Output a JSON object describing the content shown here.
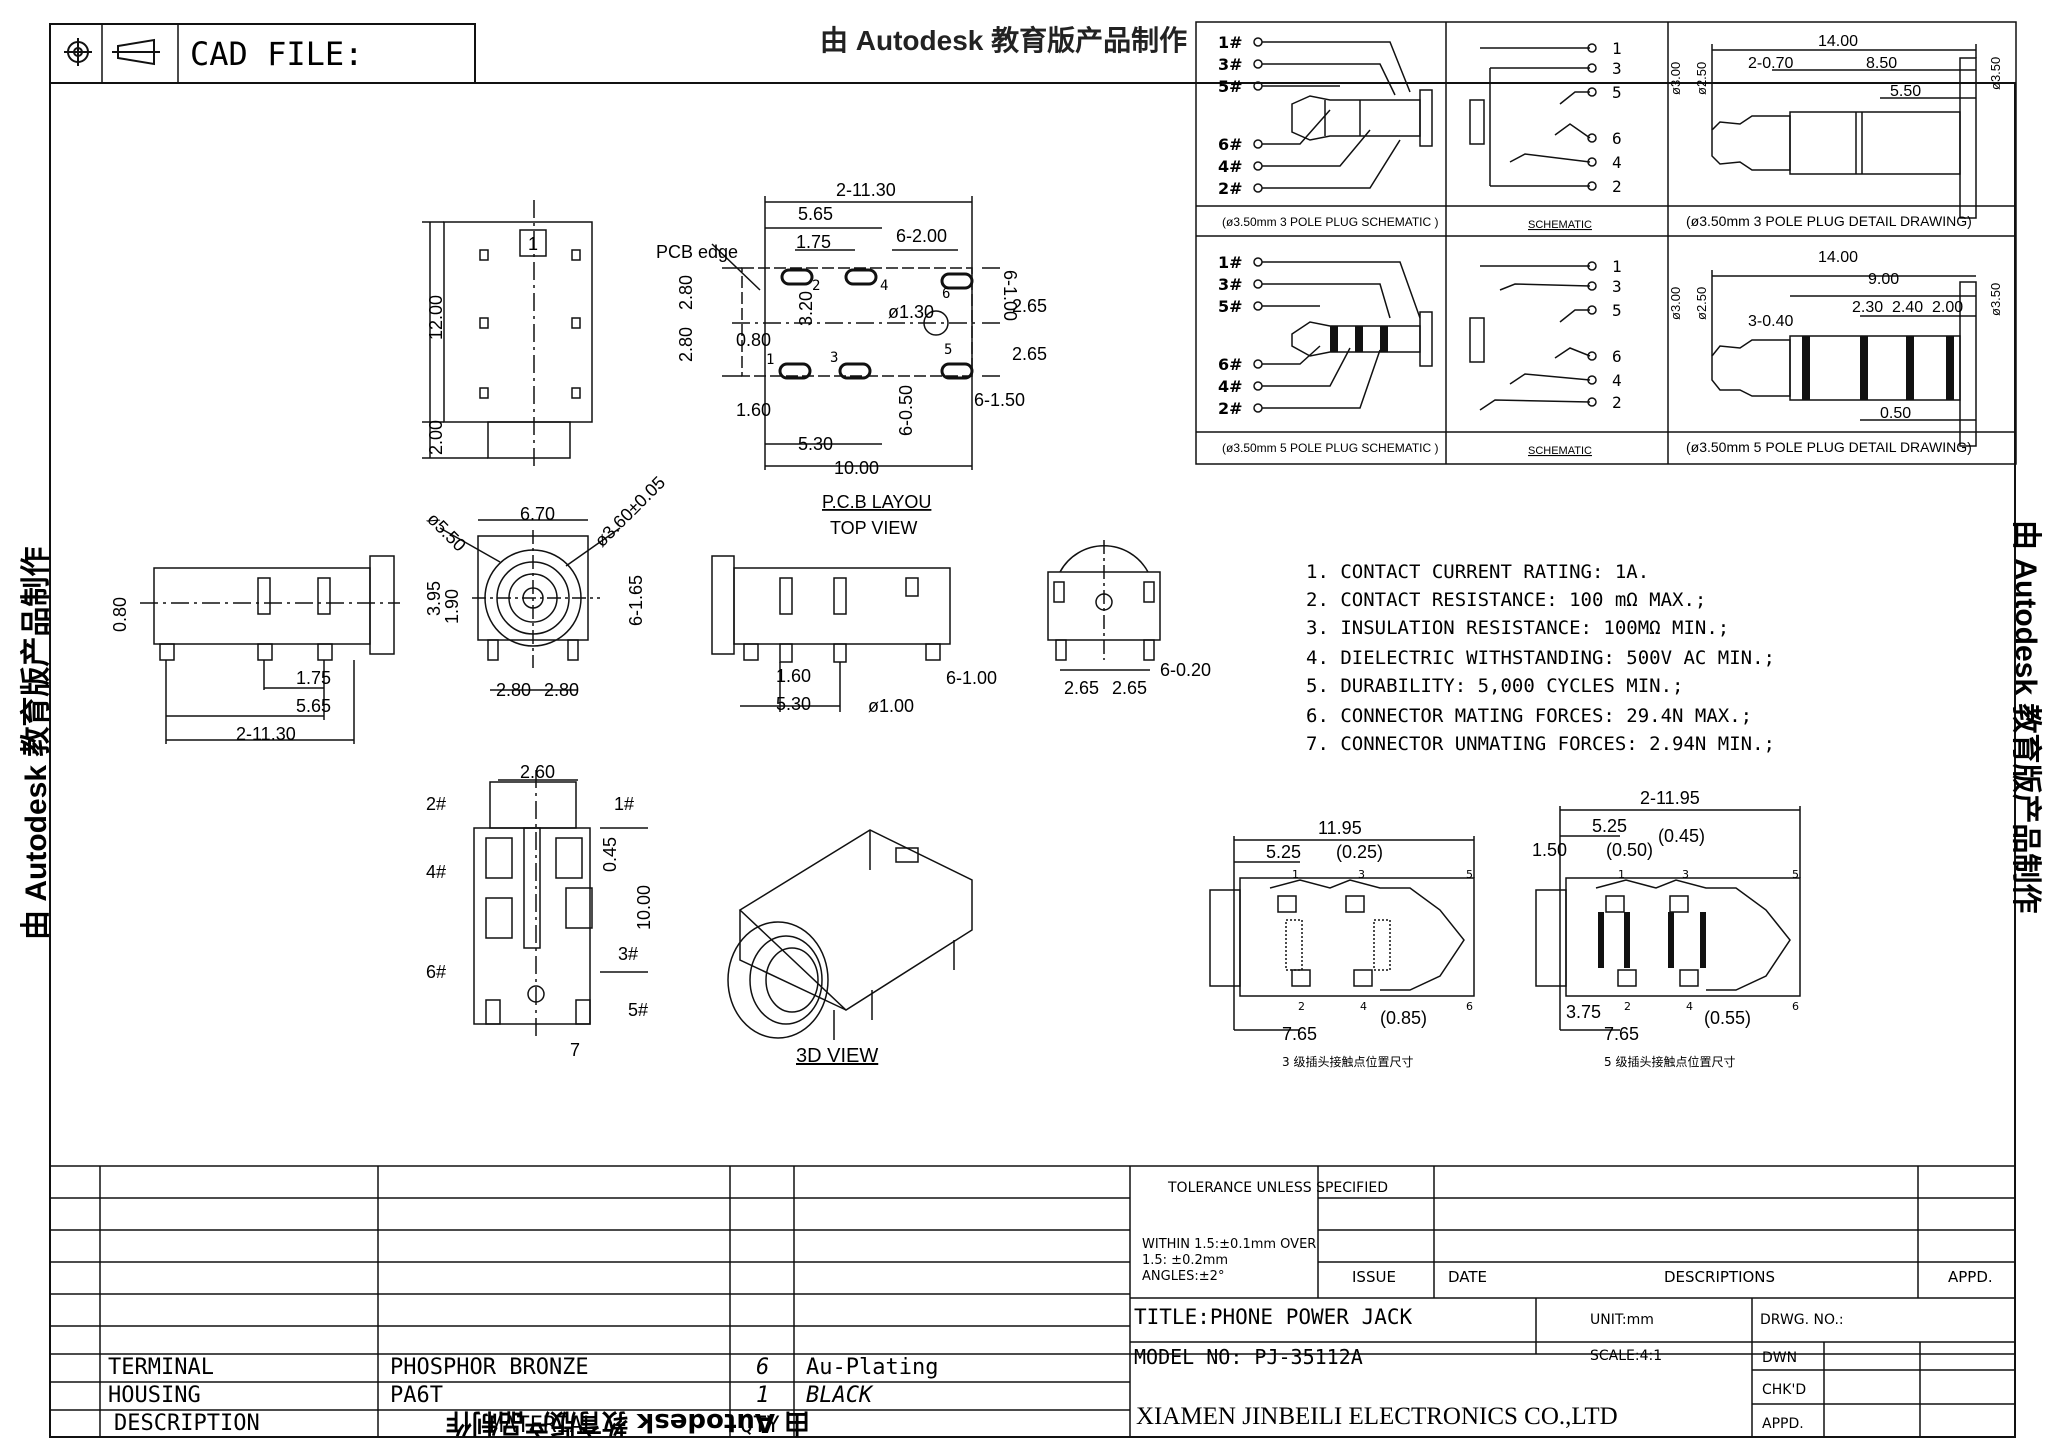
{
  "header": {
    "cad_label": "CAD FILE:",
    "watermark_top": "由 Autodesk 教育版产品制作",
    "watermark_left": "由 Autodesk 教育版产品制作",
    "watermark_bottom": "由 Autodesk 教育版产品制作",
    "watermark_right": "由 Autodesk 教育版产品制作"
  },
  "schematics": {
    "pole3": {
      "pin_labels": [
        "1#",
        "3#",
        "5#",
        "6#",
        "4#",
        "2#"
      ],
      "schematic_pins": [
        "1",
        "3",
        "5",
        "6",
        "4",
        "2"
      ],
      "plug_caption": "(ø3.50mm 3 POLE PLUG SCHEMATIC )",
      "schematic_caption": "SCHEMATIC",
      "detail_caption": "(ø3.50mm 3 POLE PLUG DETAIL DRAWING)",
      "dims": {
        "total": "14.00",
        "a": "2-0.70",
        "b": "8.50",
        "c": "5.50",
        "d1": "ø3.00",
        "d2": "ø2.50",
        "d3": "ø3.50"
      }
    },
    "pole5": {
      "pin_labels": [
        "1#",
        "3#",
        "5#",
        "6#",
        "4#",
        "2#"
      ],
      "schematic_pins": [
        "1",
        "3",
        "5",
        "6",
        "4",
        "2"
      ],
      "plug_caption": "(ø3.50mm 5 POLE PLUG SCHEMATIC )",
      "schematic_caption": "SCHEMATIC",
      "detail_caption": "(ø3.50mm 5 POLE PLUG DETAIL DRAWING)",
      "dims": {
        "total": "14.00",
        "a": "3-0.40",
        "b": "9.00",
        "c": "2.30",
        "e": "2.40",
        "f": "2.00",
        "g": "0.50",
        "d1": "ø3.00",
        "d2": "ø2.50",
        "d3": "ø3.50"
      }
    }
  },
  "pcb": {
    "pcb_edge": "PCB edge",
    "caption": "P.C.B LAYOU",
    "sub_caption": "TOP VIEW",
    "dims": [
      "2-11.30",
      "5.65",
      "1.75",
      "6-2.00",
      "6-1.00",
      "2.80",
      "3.20",
      "0.80",
      "ø1.30",
      "2.65",
      "2.80",
      "2.65",
      "1.60",
      "6-0.50",
      "6-1.50",
      "5.30",
      "10.00"
    ],
    "pins": [
      "1",
      "2",
      "3",
      "4",
      "5",
      "6"
    ]
  },
  "top_view_dims": [
    "12.00",
    "2.00",
    "1"
  ],
  "side_view": {
    "dims": [
      "0.80",
      "1.75",
      "5.65",
      "2-11.30"
    ]
  },
  "front_view": {
    "dims": [
      "6.70",
      "ø5.50",
      "ø3.60±0.05",
      "3.95",
      "1.90",
      "6-1.65",
      "2.80",
      "2.80"
    ]
  },
  "side_view2": {
    "dims": [
      "1.60",
      "5.30",
      "ø1.00",
      "6-1.00"
    ]
  },
  "end_view": {
    "dims": [
      "2.65",
      "2.65",
      "6-0.20"
    ]
  },
  "bottom_view": {
    "dims": [
      "2.60",
      "0.45",
      "10.00"
    ],
    "pins": [
      "2#",
      "1#",
      "4#",
      "3#",
      "6#",
      "5#",
      "7"
    ]
  },
  "view_3d": {
    "caption": "3D VIEW"
  },
  "specs": [
    "1.  CONTACT  CURRENT  RATING:  1A.",
    "2.  CONTACT  RESISTANCE:  100  mΩ  MAX.;",
    "3.  INSULATION  RESISTANCE:  100MΩ  MIN.;",
    "4.  DIELECTRIC  WITHSTANDING:  500V  AC  MIN.;",
    "5.  DURABILITY:  5,000  CYCLES  MIN.;",
    "6.  CONNECTOR  MATING  FORCES:  29.4N    MAX.;",
    "7.  CONNECTOR  UNMATING  FORCES:  2.94N  MIN.;"
  ],
  "section_3pole": {
    "dims": [
      "11.95",
      "5.25",
      "(0.25)",
      "7.65",
      "(0.85)"
    ],
    "pins": [
      "1",
      "3",
      "5",
      "2",
      "4",
      "6"
    ],
    "caption": "3 级插头接触点位置尺寸"
  },
  "section_5pole": {
    "dims": [
      "2-11.95",
      "5.25",
      "(0.45)",
      "1.50",
      "(0.50)",
      "3.75",
      "7.65",
      "(0.55)"
    ],
    "pins": [
      "1",
      "3",
      "5",
      "2",
      "4",
      "6"
    ],
    "caption": "5 级插头接触点位置尺寸"
  },
  "title_block": {
    "tolerance_title": "TOLERANCE UNLESS SPECIFIED",
    "tolerance_lines": [
      "WITHIN 1.5:±0.1mm OVER",
      "1.5:  ±0.2mm",
      "ANGLES:±2°"
    ],
    "rev_headers": {
      "issue": "ISSUE",
      "date": "DATE",
      "descriptions": "DESCRIPTIONS",
      "appd": "APPD."
    },
    "title": "TITLE:PHONE  POWER  JACK",
    "unit": "UNIT:mm",
    "drwg_no": "DRWG. NO.:",
    "model": "MODEL NO: PJ-35112A",
    "scale": "SCALE:4:1",
    "dwn": "DWN",
    "chkd": "CHK'D",
    "appd": "APPD.",
    "company": "XIAMEN JINBEILI ELECTRONICS CO.,LTD"
  },
  "bom": {
    "rows": [
      {
        "description": "TERMINAL",
        "material": "PHOSPHOR  BRONZE",
        "qty": "6",
        "remark": "Au-Plating"
      },
      {
        "description": "HOUSING",
        "material": "PA6T",
        "qty": "1",
        "remark": "BLACK"
      }
    ],
    "headers": {
      "description": "DESCRIPTION",
      "material": "MATERIAL",
      "qty": "QTY"
    }
  }
}
